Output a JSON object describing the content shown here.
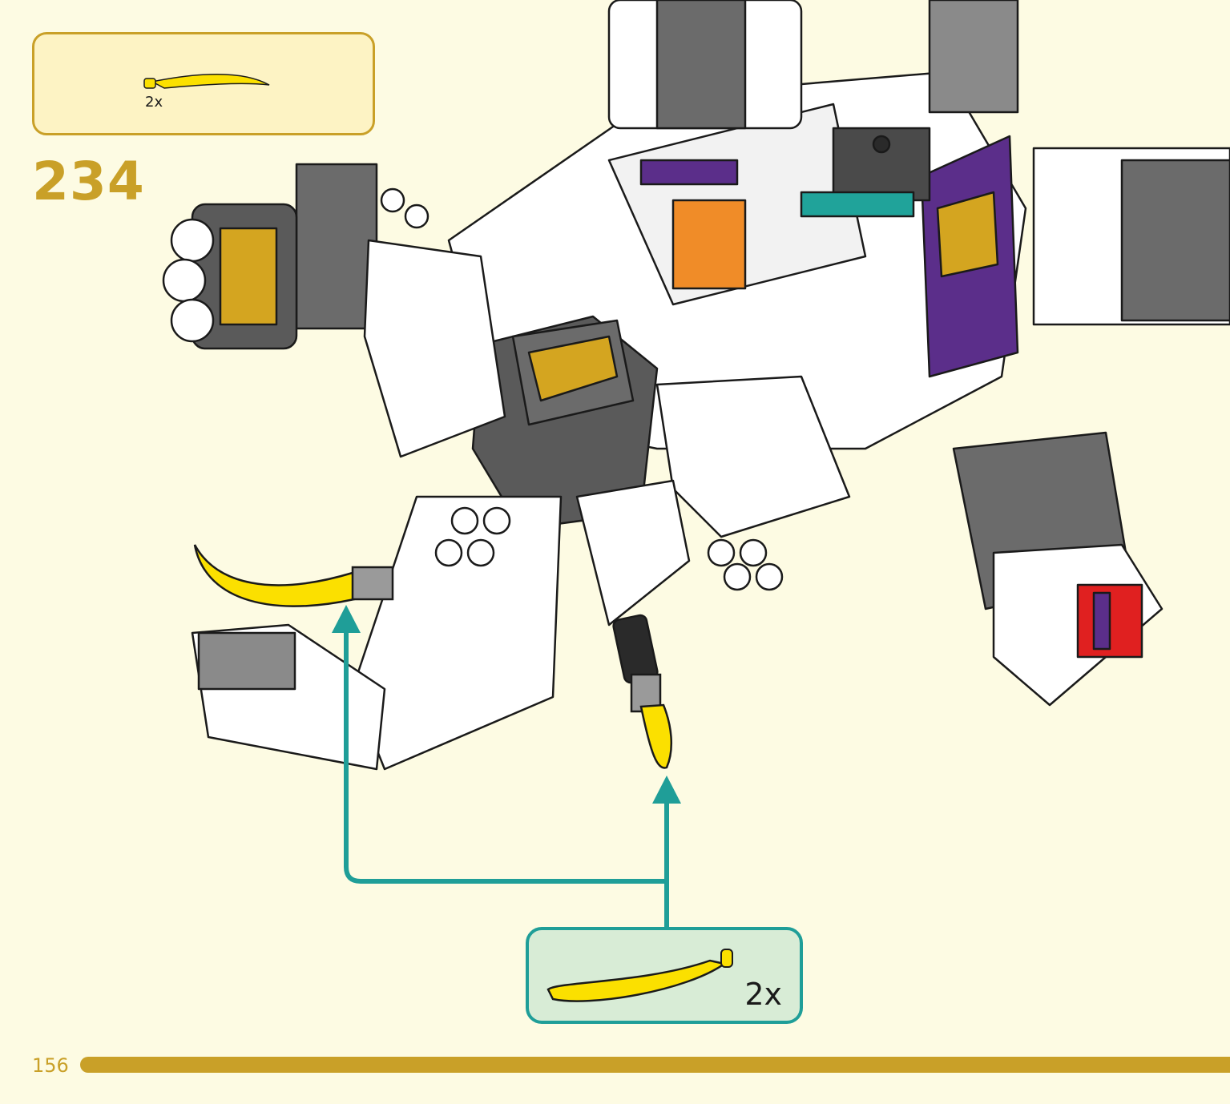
{
  "step": {
    "number": "234",
    "parts_callout": {
      "icon": "yellow-curved-horn-piece-icon",
      "quantity": "2x"
    }
  },
  "subassembly_callout": {
    "icon": "yellow-curved-horn-piece-icon",
    "quantity": "2x"
  },
  "page": {
    "number": "156"
  },
  "colors": {
    "accent_gold": "#c9a028",
    "arrow_teal": "#1f9e98",
    "page_bg": "#fdfbe3",
    "part_yellow": "#fbe000"
  }
}
